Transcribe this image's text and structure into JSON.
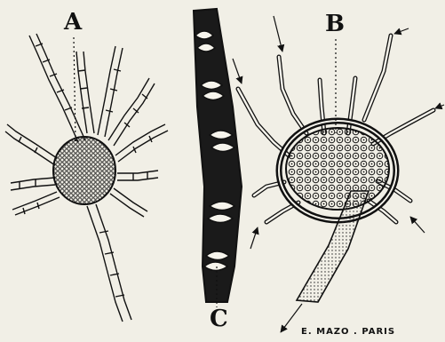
{
  "figure": {
    "labels": {
      "a": "A",
      "b": "B",
      "c": "C"
    },
    "credit": "E. MAZO . PARIS"
  },
  "colors": {
    "paper": "#f1efe6",
    "ink": "#111111",
    "fill_light": "#f6f4ec"
  }
}
